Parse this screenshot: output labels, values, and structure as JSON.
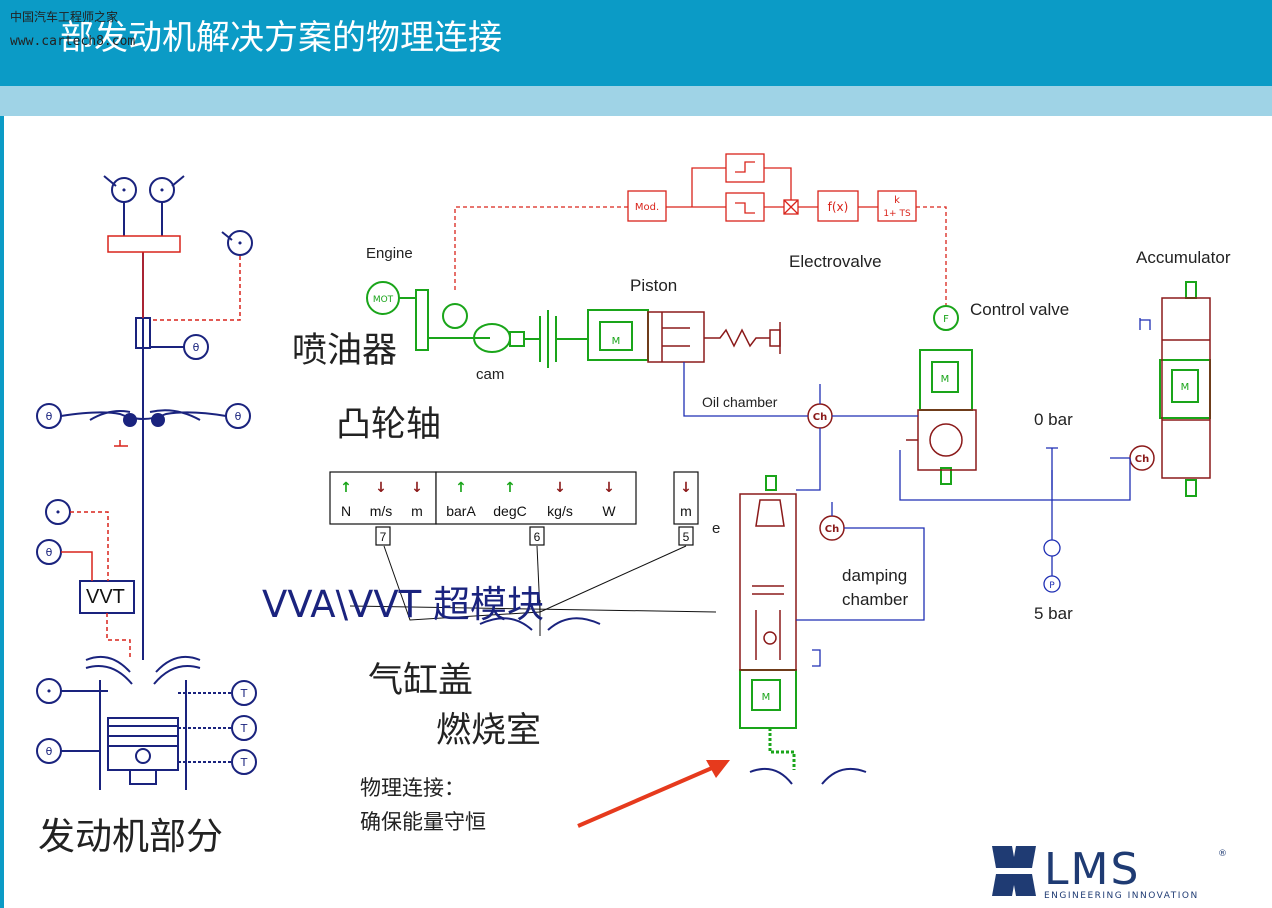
{
  "header": {
    "title": "部发动机解决方案的物理连接",
    "watermark_cn": "中国汽车工程师之家",
    "watermark_url": "www.cartech8.com"
  },
  "labels": {
    "engine": "Engine",
    "piston": "Piston",
    "electrovalve": "Electrovalve",
    "accumulator": "Accumulator",
    "control_valve": "Control valve",
    "cam": "cam",
    "oil_chamber": "Oil chamber",
    "zero_bar": "0 bar",
    "five_bar": "5 bar",
    "damping_1": "damping",
    "damping_2": "chamber",
    "injector_cn": "喷油器",
    "camshaft_cn": "凸轮轴",
    "vva_vvt": "VVA\\VVT 超模块",
    "cylinder_head_cn": "气缸盖",
    "combustion_cn": "燃烧室",
    "physical_1": "物理连接：",
    "physical_2": "确保能量守恒",
    "engine_part_cn": "发动机部分",
    "vvt_box": "VVT",
    "e_label": "e"
  },
  "sensor_units": {
    "group1": [
      "N",
      "m/s",
      "m"
    ],
    "group2": [
      "barA",
      "degC",
      "kg/s",
      "W"
    ],
    "group3": [
      "m"
    ],
    "port_numbers": [
      "7",
      "6",
      "5"
    ]
  },
  "blocks": {
    "mod": "Mod.",
    "fx": "f(x)",
    "tf_num": "k",
    "tf_den": "1+ TS",
    "mot": "MOT",
    "f": "F",
    "ch": "Ch",
    "theta": "θ",
    "t": "T",
    "m": "M",
    "p": "P"
  },
  "logo": {
    "name": "LMS",
    "tagline": "ENGINEERING INNOVATION",
    "mark": "®"
  },
  "colors": {
    "header_blue": "#0b9bc6",
    "header_light": "#9fd3e6",
    "signal_red": "#d9241b",
    "mech_green": "#1aa51a",
    "hydraulic_brown": "#8b1a1a",
    "engine_navy": "#1a237e",
    "arrow_red": "#e63a1d",
    "logo_navy": "#1f3b73"
  }
}
